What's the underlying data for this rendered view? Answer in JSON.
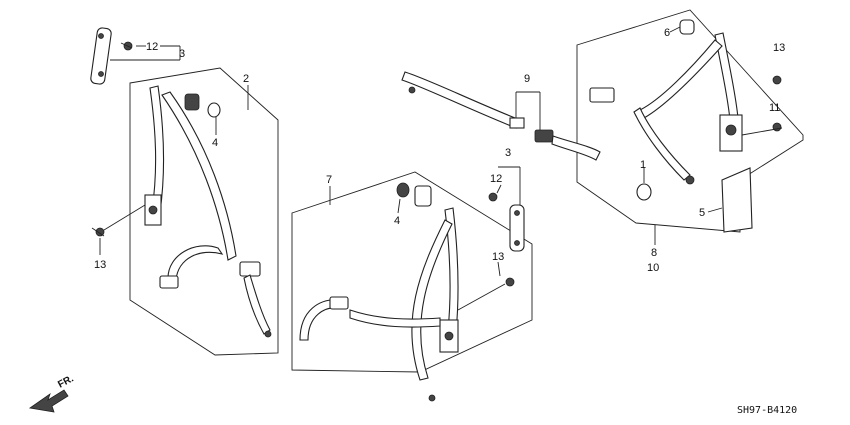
{
  "diagram": {
    "callouts": {
      "c1": "1",
      "c2": "2",
      "c3a": "3",
      "c3b": "3",
      "c4a": "4",
      "c4b": "4",
      "c5": "5",
      "c6": "6",
      "c7": "7",
      "c8": "8",
      "c9": "9",
      "c10": "10",
      "c11": "11",
      "c12a": "12",
      "c12b": "12",
      "c13a": "13",
      "c13b": "13",
      "c13c": "13"
    },
    "direction_label": "FR.",
    "drawing_code": "SH97-B4120"
  }
}
